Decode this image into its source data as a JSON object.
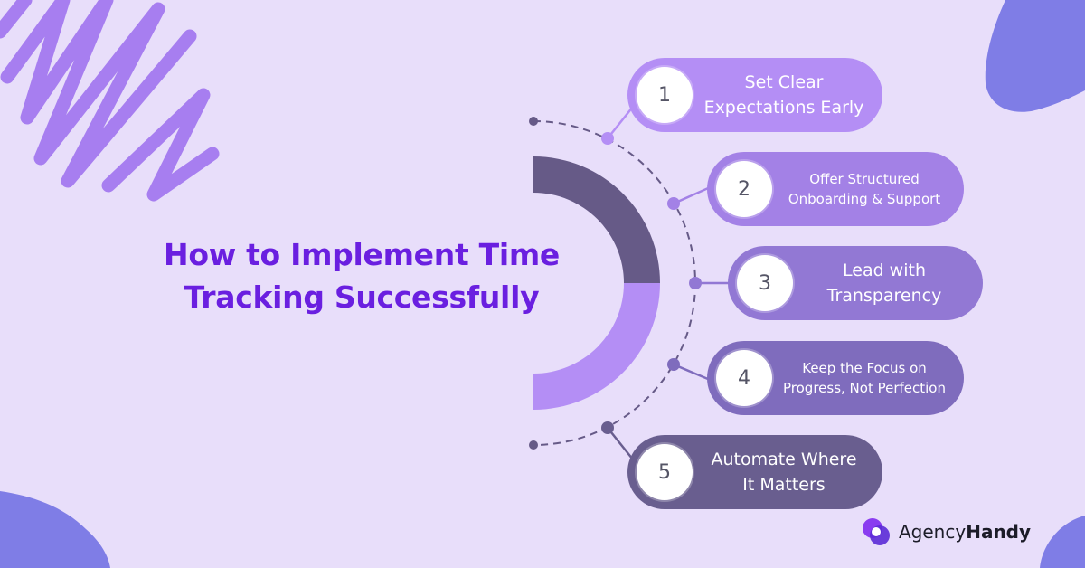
{
  "infographic": {
    "title_line1": "How to Implement Time",
    "title_line2": "Tracking Successfully",
    "steps": [
      {
        "number": "1",
        "line1": "Set Clear",
        "line2": "Expectations Early"
      },
      {
        "number": "2",
        "line1": "Offer Structured",
        "line2": "Onboarding & Support"
      },
      {
        "number": "3",
        "line1": "Lead with",
        "line2": "Transparency"
      },
      {
        "number": "4",
        "line1": "Keep the Focus on",
        "line2": "Progress, Not Perfection"
      },
      {
        "number": "5",
        "line1": "Automate Where",
        "line2": "It Matters"
      }
    ]
  },
  "brand": {
    "name_light": "Agency",
    "name_bold": "Handy"
  },
  "colors": {
    "background": "#e8defa",
    "title": "#6a1fe0",
    "arc_dark": "#665a87",
    "arc_light": "#b48ef5",
    "blob": "#7f7de6",
    "scribble": "#a77ef0",
    "pill_1": "#b48ef5",
    "pill_2": "#a381e6",
    "pill_3": "#9278d4",
    "pill_4": "#7f6cbd",
    "pill_5": "#695e8f"
  }
}
